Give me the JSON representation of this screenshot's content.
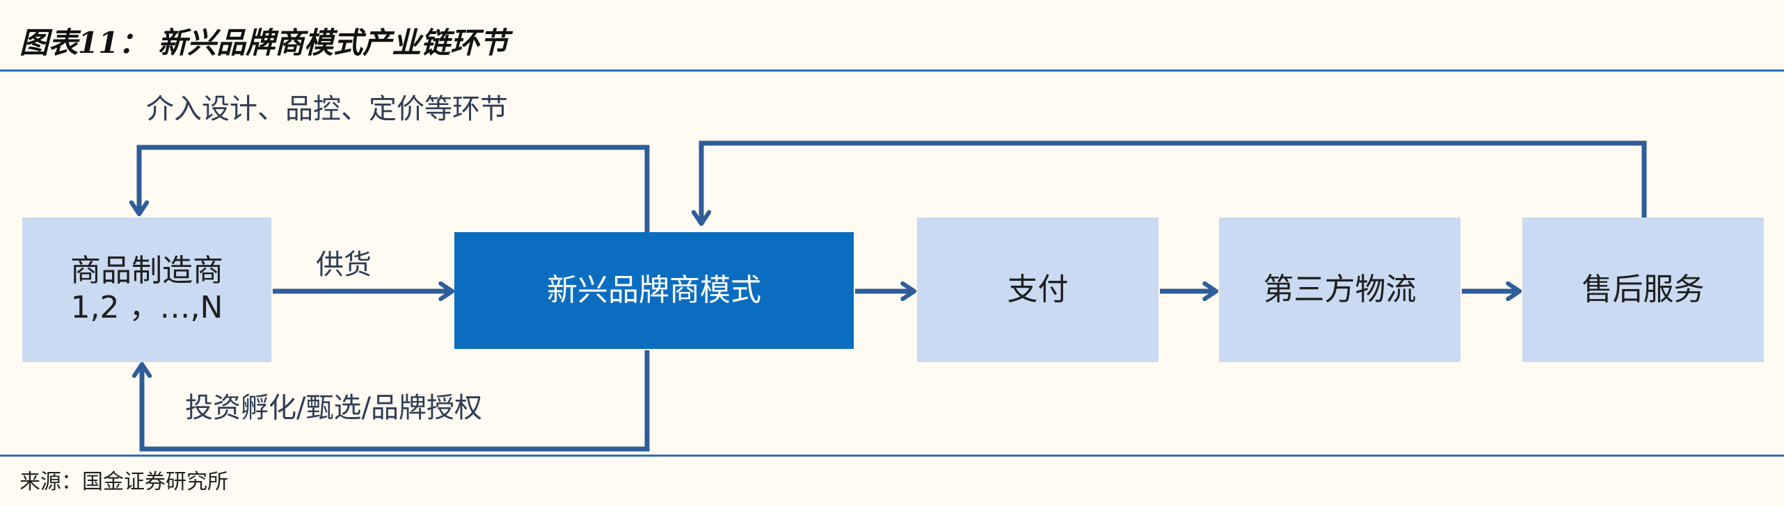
{
  "header": {
    "title": "图表11：  新兴品牌商模式产业链环节"
  },
  "nodes": {
    "manufacturer_line1": "商品制造商",
    "manufacturer_line2": "1,2 ，…,N",
    "brand": "新兴品牌商模式",
    "payment": "支付",
    "logistics": "第三方物流",
    "after_sales": "售后服务"
  },
  "edges": {
    "top_feedback": "介入设计、品控、定价等环节",
    "supply": "供货",
    "bottom_feedback": "投资孵化/甄选/品牌授权"
  },
  "footer": {
    "source": "来源：国金证券研究所"
  },
  "colors": {
    "arrow": "#2F5D9A",
    "light_box": "#C9DAF2",
    "dark_box": "#0B6DC0",
    "rule": "#2E6FB7"
  }
}
